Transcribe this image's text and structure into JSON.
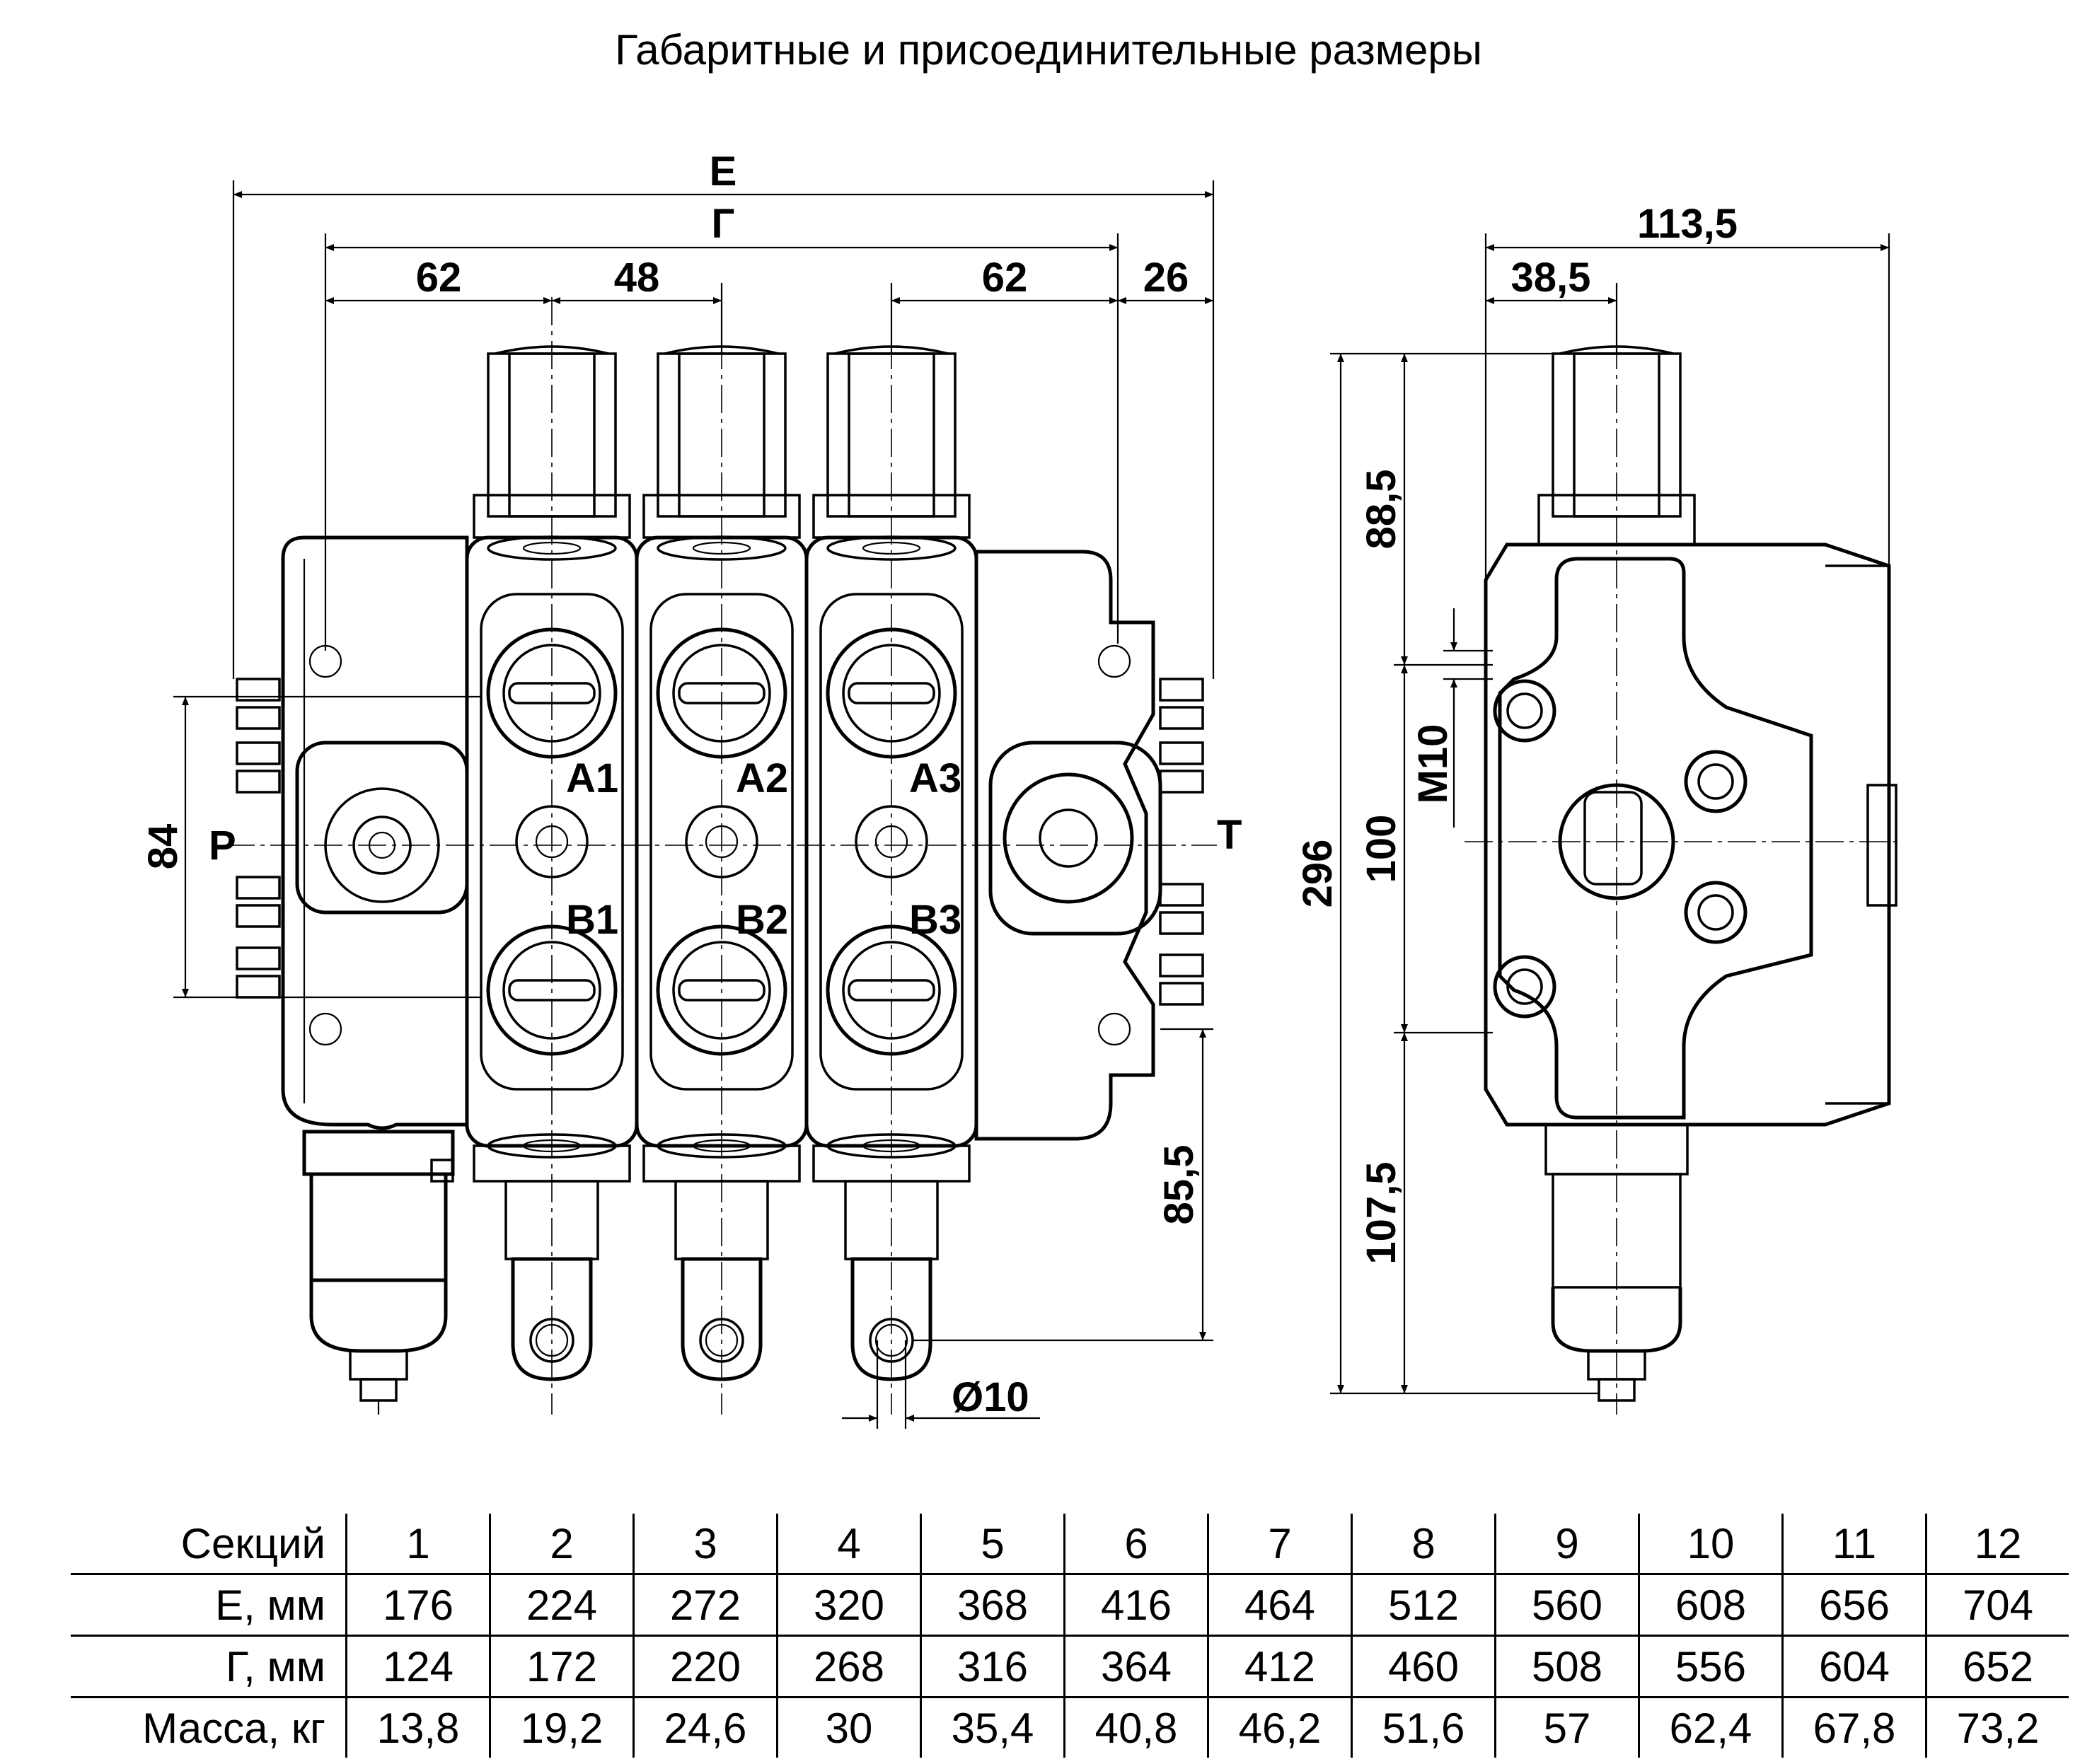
{
  "title": "Габаритные и присоединительные размеры",
  "drawing": {
    "front_dims": {
      "E": "E",
      "G": "Г",
      "d62_left": "62",
      "d48": "48",
      "d62_right": "62",
      "d26": "26",
      "d84": "84",
      "d85_5": "85,5",
      "d10": "Ø10"
    },
    "port_labels": {
      "P": "P",
      "T": "T",
      "A1": "A1",
      "A2": "A2",
      "A3": "A3",
      "B1": "B1",
      "B2": "B2",
      "B3": "B3"
    },
    "side_dims": {
      "d113_5": "113,5",
      "d38_5": "38,5",
      "d88_5": "88,5",
      "d296": "296",
      "d100": "100",
      "m10": "M10",
      "d107_5": "107,5"
    }
  },
  "table": {
    "rows": [
      {
        "header": "Секций",
        "values": [
          "1",
          "2",
          "3",
          "4",
          "5",
          "6",
          "7",
          "8",
          "9",
          "10",
          "11",
          "12"
        ]
      },
      {
        "header": "E, мм",
        "values": [
          "176",
          "224",
          "272",
          "320",
          "368",
          "416",
          "464",
          "512",
          "560",
          "608",
          "656",
          "704"
        ]
      },
      {
        "header": "Г, мм",
        "values": [
          "124",
          "172",
          "220",
          "268",
          "316",
          "364",
          "412",
          "460",
          "508",
          "556",
          "604",
          "652"
        ]
      },
      {
        "header": "Масса, кг",
        "values": [
          "13,8",
          "19,2",
          "24,6",
          "30",
          "35,4",
          "40,8",
          "46,2",
          "51,6",
          "57",
          "62,4",
          "67,8",
          "73,2"
        ]
      }
    ]
  }
}
